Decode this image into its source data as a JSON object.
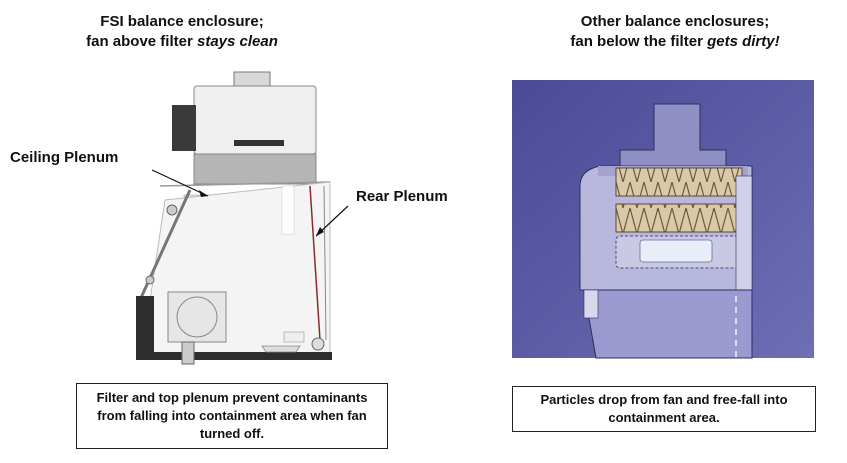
{
  "left_panel": {
    "title_line1": "FSI balance enclosure;",
    "title_line2_prefix": "fan above filter ",
    "title_line2_emphasis": "stays clean",
    "ceiling_label": "Ceiling Plenum",
    "rear_label": "Rear Plenum",
    "caption": "Filter and top plenum prevent contaminants from falling into containment area when fan turned off."
  },
  "right_panel": {
    "title_line1": "Other balance enclosures;",
    "title_line2_prefix": "fan below the filter ",
    "title_line2_emphasis": "gets dirty!",
    "caption": "Particles drop from fan and free-fall into containment area.",
    "background_color": "#5b5ba3"
  }
}
